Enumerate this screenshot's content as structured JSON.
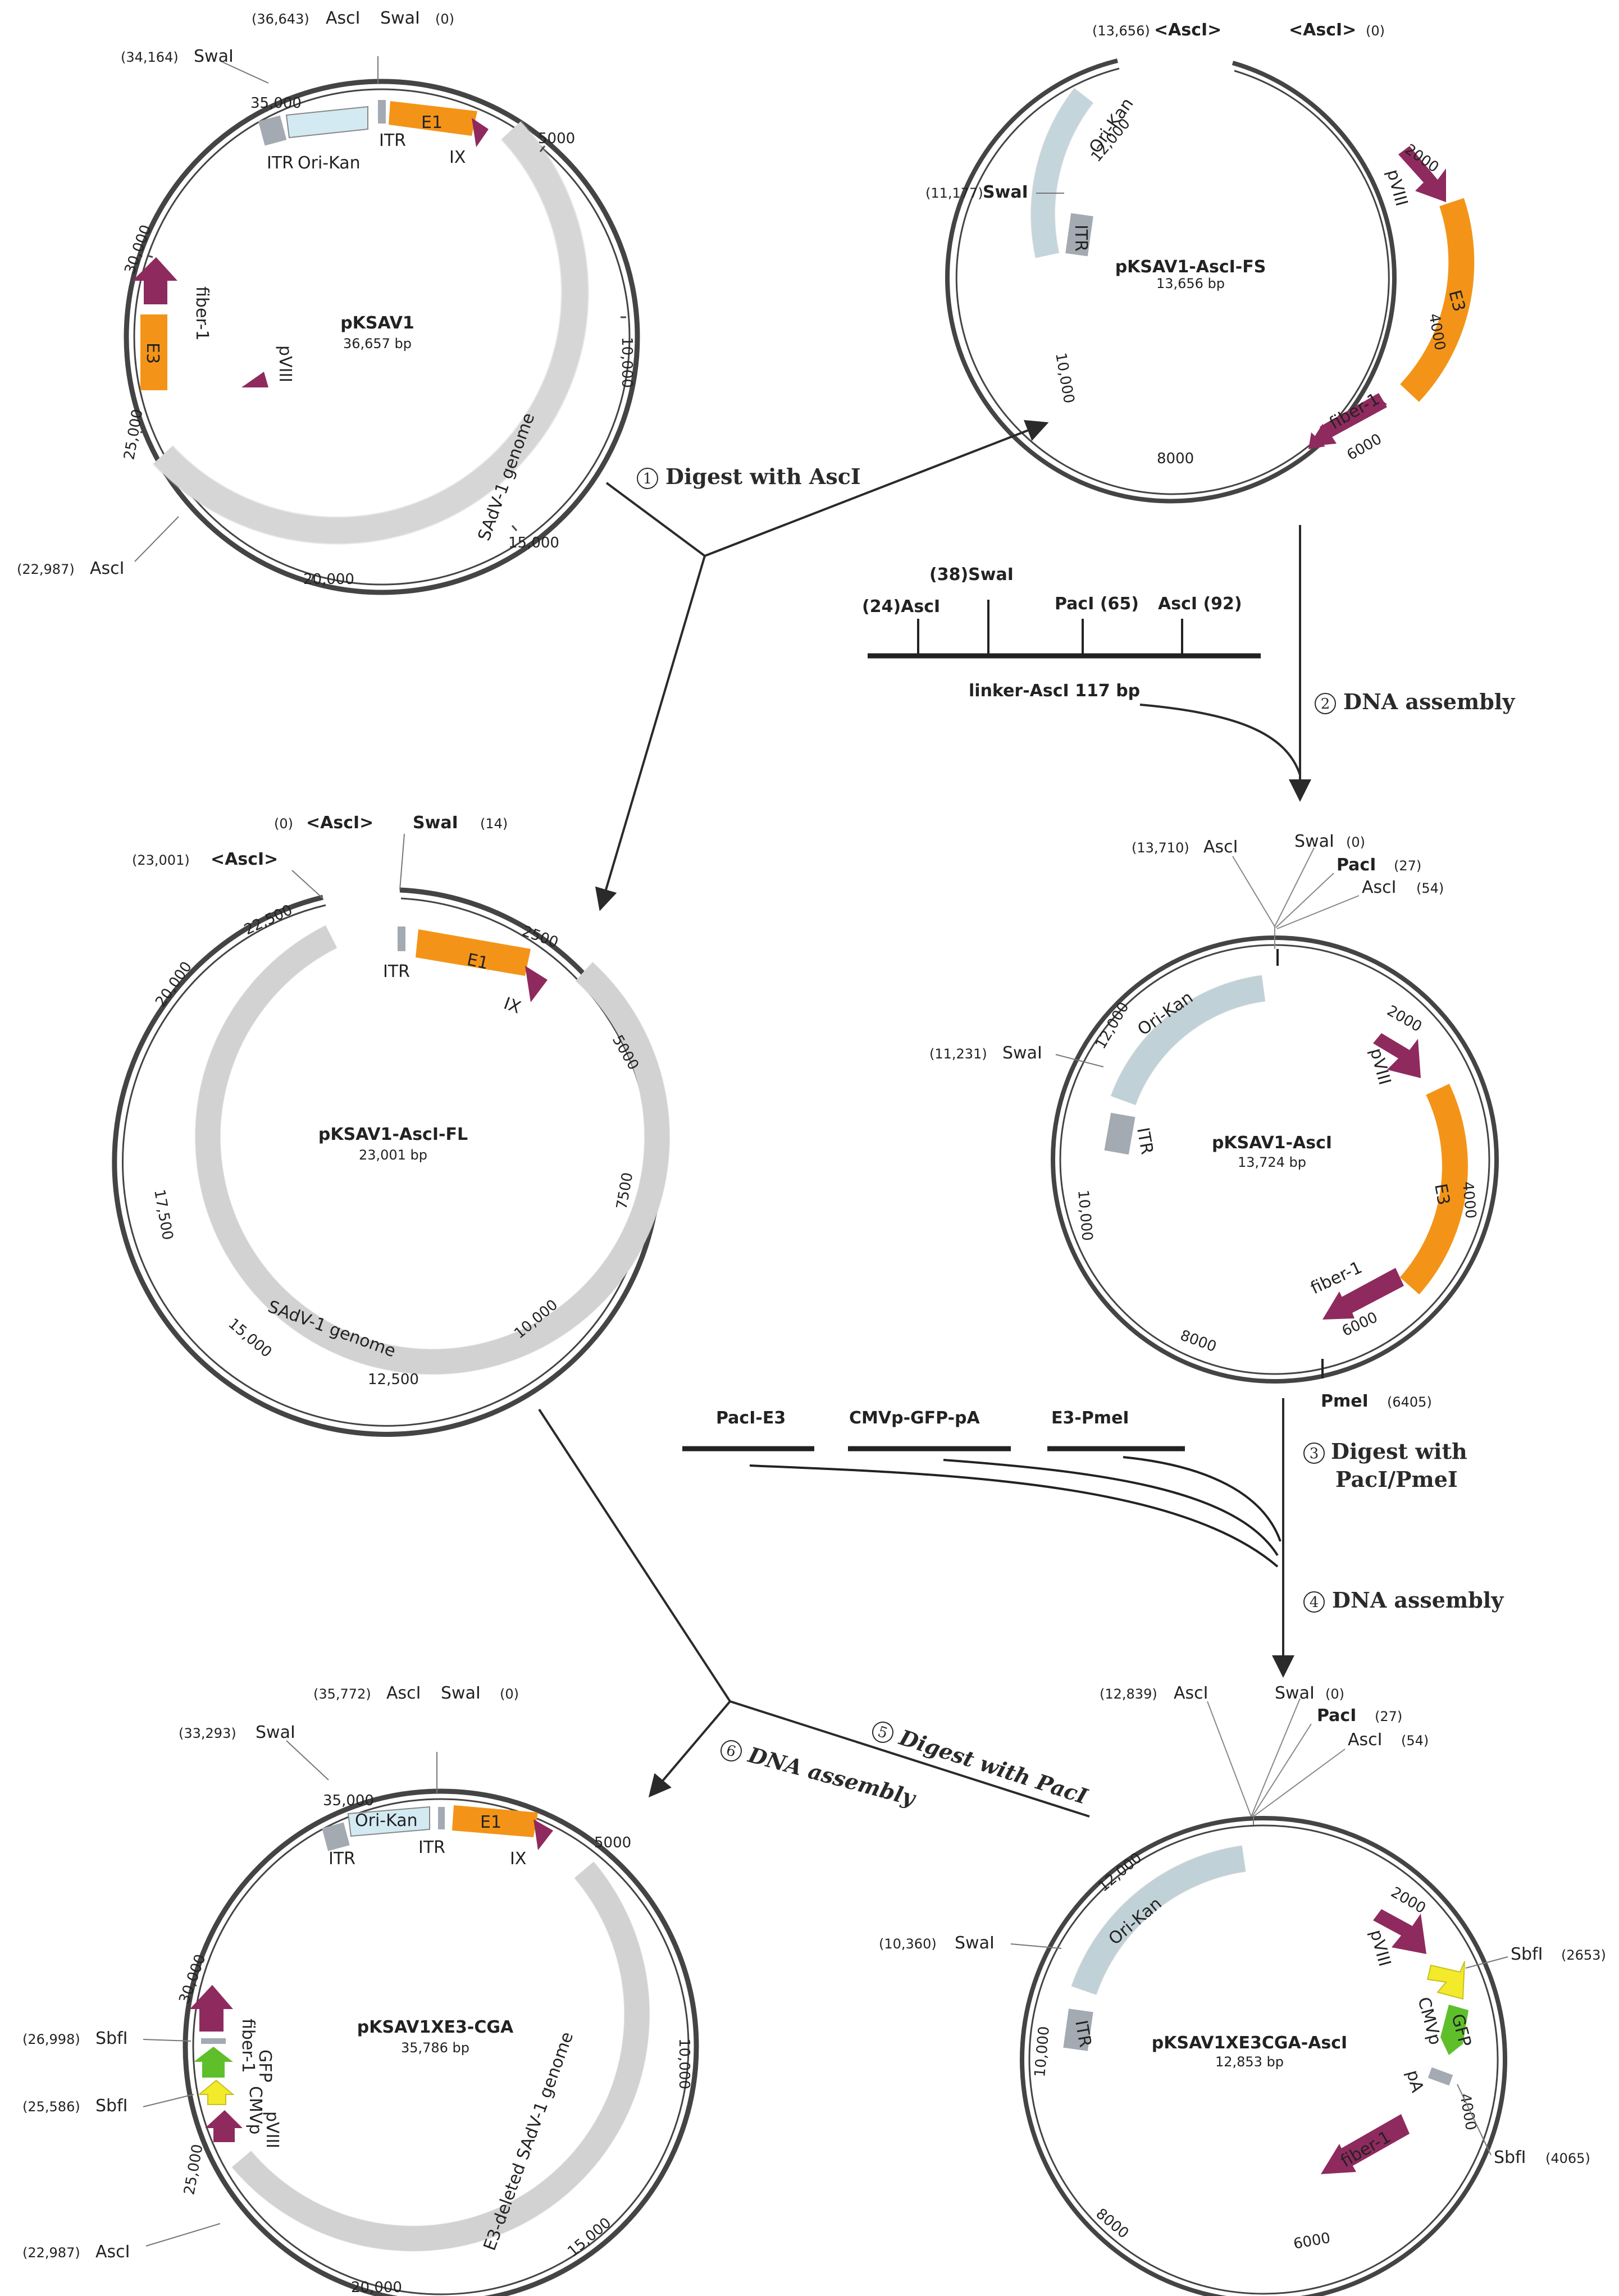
{
  "colors": {
    "backbone": "#444444",
    "genome": "#e4e4e4",
    "ori": "#d3eaf2",
    "orange": "#f39418",
    "magenta": "#8e2a5e",
    "itr": "#a3aab2",
    "gfp": "#5fbf2a",
    "cmv": "#f2ea2a",
    "arrow": "#2a2a2a"
  },
  "plasmids": [
    {
      "id": "p1",
      "name": "pKSAV1",
      "size": "36,657 bp",
      "ticks": [
        "5000",
        "10,000",
        "15,000",
        "20,000",
        "25,000",
        "30,000",
        "35,000"
      ],
      "sites": [
        "(36,643)",
        "AscI",
        "SwaI",
        "(0)",
        "(34,164)",
        "SwaI",
        "(22,987)",
        "AscI"
      ],
      "features": [
        "ITR",
        "Ori-Kan",
        "ITR",
        "E1",
        "IX",
        "fiber-1",
        "E3",
        "pVIII",
        "SAdV-1 genome"
      ]
    },
    {
      "id": "p2",
      "name": "pKSAV1-AscI-FS",
      "size": "13,656 bp",
      "ticks": [
        "2000",
        "4000",
        "6000",
        "8000",
        "10,000",
        "12,000"
      ],
      "sites": [
        "(13,656)",
        "<AscI>",
        "<AscI>",
        "(0)",
        "(11,177)",
        "SwaI"
      ],
      "features": [
        "Ori-Kan",
        "ITR",
        "pVIII",
        "E3",
        "fiber-1"
      ]
    },
    {
      "id": "p3",
      "name": "pKSAV1-AscI-FL",
      "size": "23,001 bp",
      "ticks": [
        "2500",
        "5000",
        "7500",
        "10,000",
        "12,500",
        "15,000",
        "17,500",
        "20,000",
        "22,500"
      ],
      "sites": [
        "(0)",
        "<AscI>",
        "SwaI",
        "(14)",
        "(23,001)",
        "<AscI>"
      ],
      "features": [
        "ITR",
        "E1",
        "IX",
        "SAdV-1 genome"
      ]
    },
    {
      "id": "p4",
      "name": "pKSAV1-AscI",
      "size": "13,724 bp",
      "ticks": [
        "2000",
        "4000",
        "6000",
        "8000",
        "10,000",
        "12,000"
      ],
      "sites": [
        "(13,710)",
        "AscI",
        "SwaI",
        "(0)",
        "PacI",
        "(27)",
        "AscI",
        "(54)",
        "(11,231)",
        "SwaI",
        "PmeI",
        "(6405)"
      ],
      "features": [
        "Ori-Kan",
        "ITR",
        "pVIII",
        "E3",
        "fiber-1"
      ]
    },
    {
      "id": "p5",
      "name": "pKSAV1XE3-CGA",
      "size": "35,786 bp",
      "ticks": [
        "5000",
        "10,000",
        "15,000",
        "20,000",
        "25,000",
        "30,000",
        "35,000"
      ],
      "sites": [
        "(35,772)",
        "AscI",
        "SwaI",
        "(0)",
        "(33,293)",
        "SwaI",
        "(26,998)",
        "SbfI",
        "(25,586)",
        "SbfI",
        "(22,987)",
        "AscI"
      ],
      "features": [
        "Ori-Kan",
        "ITR",
        "ITR",
        "E1",
        "IX",
        "fiber-1",
        "GFP",
        "CMVp",
        "pVIII",
        "E3-deleted SAdV-1 genome"
      ]
    },
    {
      "id": "p6",
      "name": "pKSAV1XE3CGA-AscI",
      "size": "12,853 bp",
      "ticks": [
        "2000",
        "4000",
        "6000",
        "8000",
        "10,000",
        "12,000"
      ],
      "sites": [
        "(12,839)",
        "AscI",
        "SwaI",
        "(0)",
        "PacI",
        "(27)",
        "AscI",
        "(54)",
        "(10,360)",
        "SwaI",
        "SbfI",
        "(2653)",
        "SbfI",
        "(4065)"
      ],
      "features": [
        "Ori-Kan",
        "ITR",
        "pVIII",
        "CMVp",
        "GFP",
        "pA",
        "fiber-1"
      ]
    }
  ],
  "linker": {
    "name": "linker-AscI  117 bp",
    "sites": [
      "(24)AscI",
      "(38)SwaI",
      "PacI (65)",
      "AscI (92)"
    ]
  },
  "fragments": [
    "PacI-E3",
    "CMVp-GFP-pA",
    "E3-PmeI"
  ],
  "steps": [
    {
      "n": "1",
      "text": "Digest with AscI"
    },
    {
      "n": "2",
      "text": "DNA assembly"
    },
    {
      "n": "3",
      "text": "Digest with",
      "text2": "PacI/PmeI"
    },
    {
      "n": "4",
      "text": "DNA assembly"
    },
    {
      "n": "5",
      "text": "Digest with PacI"
    },
    {
      "n": "6",
      "text": "DNA assembly"
    }
  ]
}
